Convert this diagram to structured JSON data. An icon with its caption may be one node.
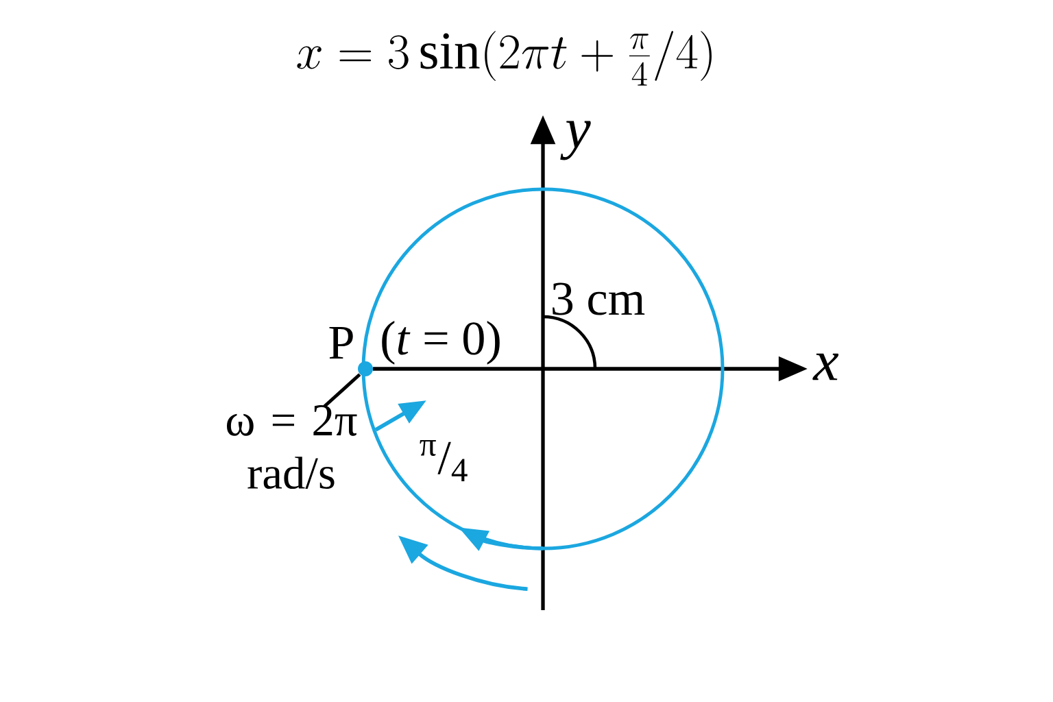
{
  "diagram": {
    "title": "x = 3\\sin(2\\pi t + \\frac{\\pi}{4}/4)",
    "nodes": [
      {
        "text": [],
        "shape": "circle",
        "beside": [
          "P",
          "(*t* = 0)"
        ]
      },
      {
        "text": [
          "ω = 2π rad/s"
        ]
      }
    ],
    "edges": [
      {
        "from": 1,
        "to": 0,
        "arrow": "none"
      }
    ],
    "labels": [
      "*y*",
      "*x*",
      "3 cm",
      "$^{π}$/$_{4}$"
    ]
  }
}
